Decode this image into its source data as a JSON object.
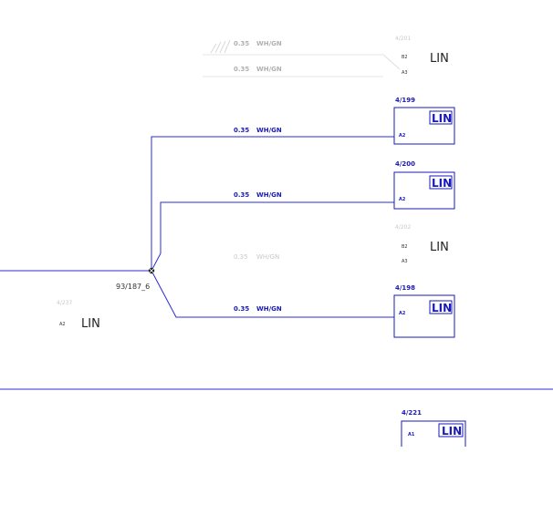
{
  "diagram": {
    "wire_color": "#1a1ad0",
    "faded_color": "#b8b8b8",
    "splice": {
      "label": "93/187_6"
    },
    "wires": [
      {
        "gauge": "0.35",
        "color_code": "WH/GN",
        "faded": true
      },
      {
        "gauge": "0.35",
        "color_code": "WH/GN",
        "faded": true
      },
      {
        "gauge": "0.35",
        "color_code": "WH/GN",
        "faded": false
      },
      {
        "gauge": "0.35",
        "color_code": "WH/GN",
        "faded": false
      },
      {
        "gauge": "0.35",
        "color_code": "WH/GN",
        "faded": true
      },
      {
        "gauge": "0.35",
        "color_code": "WH/GN",
        "faded": false
      }
    ],
    "connectors": [
      {
        "ref": "4/201",
        "label": "LIN",
        "pins": [
          "B2",
          "A3"
        ],
        "faded": true
      },
      {
        "ref": "4/199",
        "label": "LIN",
        "pins": [
          "A2"
        ],
        "faded": false
      },
      {
        "ref": "4/200",
        "label": "LIN",
        "pins": [
          "A2"
        ],
        "faded": false
      },
      {
        "ref": "4/202",
        "label": "LIN",
        "pins": [
          "B2",
          "A3"
        ],
        "faded": true
      },
      {
        "ref": "4/198",
        "label": "LIN",
        "pins": [
          "A2"
        ],
        "faded": false
      },
      {
        "ref": "4/237",
        "label": "LIN",
        "pins": [
          "A2"
        ],
        "faded": true
      },
      {
        "ref": "4/221",
        "label": "LIN",
        "pins": [
          "A1"
        ],
        "faded": false
      }
    ]
  }
}
